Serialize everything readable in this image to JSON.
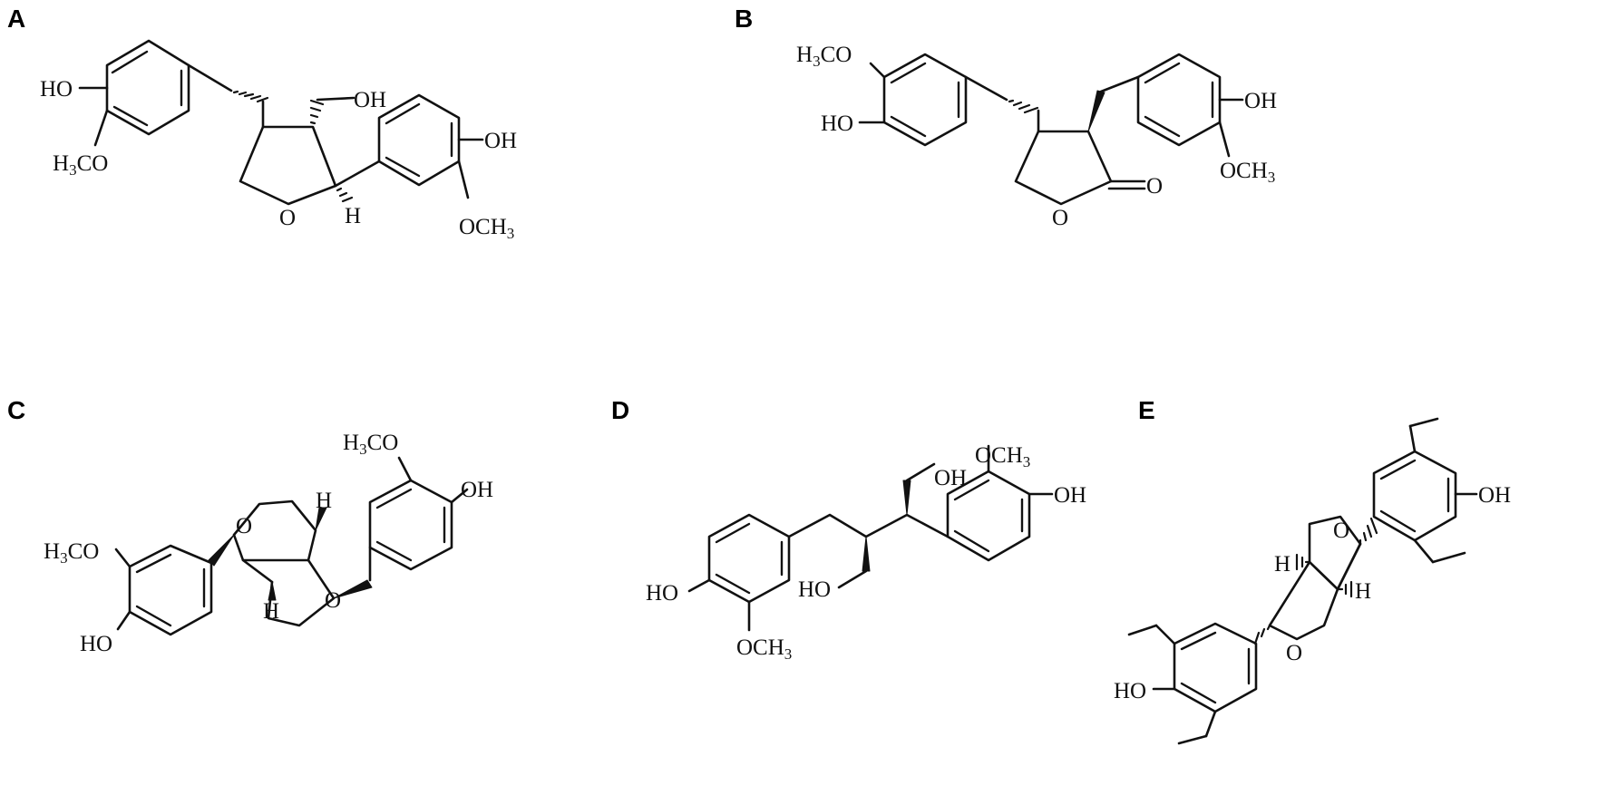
{
  "panels": {
    "A": {
      "label": "A",
      "atoms": {
        "oh1": "HO",
        "meo1": "H3CO",
        "ch2oh": "OH",
        "ring_o": "O",
        "h": "H",
        "oh2": "OH",
        "meo2": "OCH3"
      }
    },
    "B": {
      "label": "B",
      "atoms": {
        "meo1": "H3CO",
        "oh1": "HO",
        "oh2": "OH",
        "ring_o": "O",
        "carbonyl_o": "O",
        "meo2": "OCH3"
      }
    },
    "C": {
      "label": "C",
      "atoms": {
        "meo1": "H3CO",
        "oh1": "OH",
        "o_top": "O",
        "h_top": "H",
        "meo2": "H3CO",
        "h_bot": "H",
        "o_bot": "O",
        "oh2": "HO"
      }
    },
    "D": {
      "label": "D",
      "atoms": {
        "meo1": "OCH3",
        "oh_top": "OH",
        "oh_ring": "OH",
        "ho_left": "HO",
        "ho_mid": "HO",
        "meo2": "OCH3"
      }
    },
    "E": {
      "label": "E",
      "atoms": {
        "o_top": "O",
        "oh_right": "OH",
        "h_left": "H",
        "h_right": "H",
        "ho_left": "HO",
        "o_bot": "O"
      }
    }
  },
  "colors": {
    "ink": "#111111",
    "background": "#ffffff"
  }
}
